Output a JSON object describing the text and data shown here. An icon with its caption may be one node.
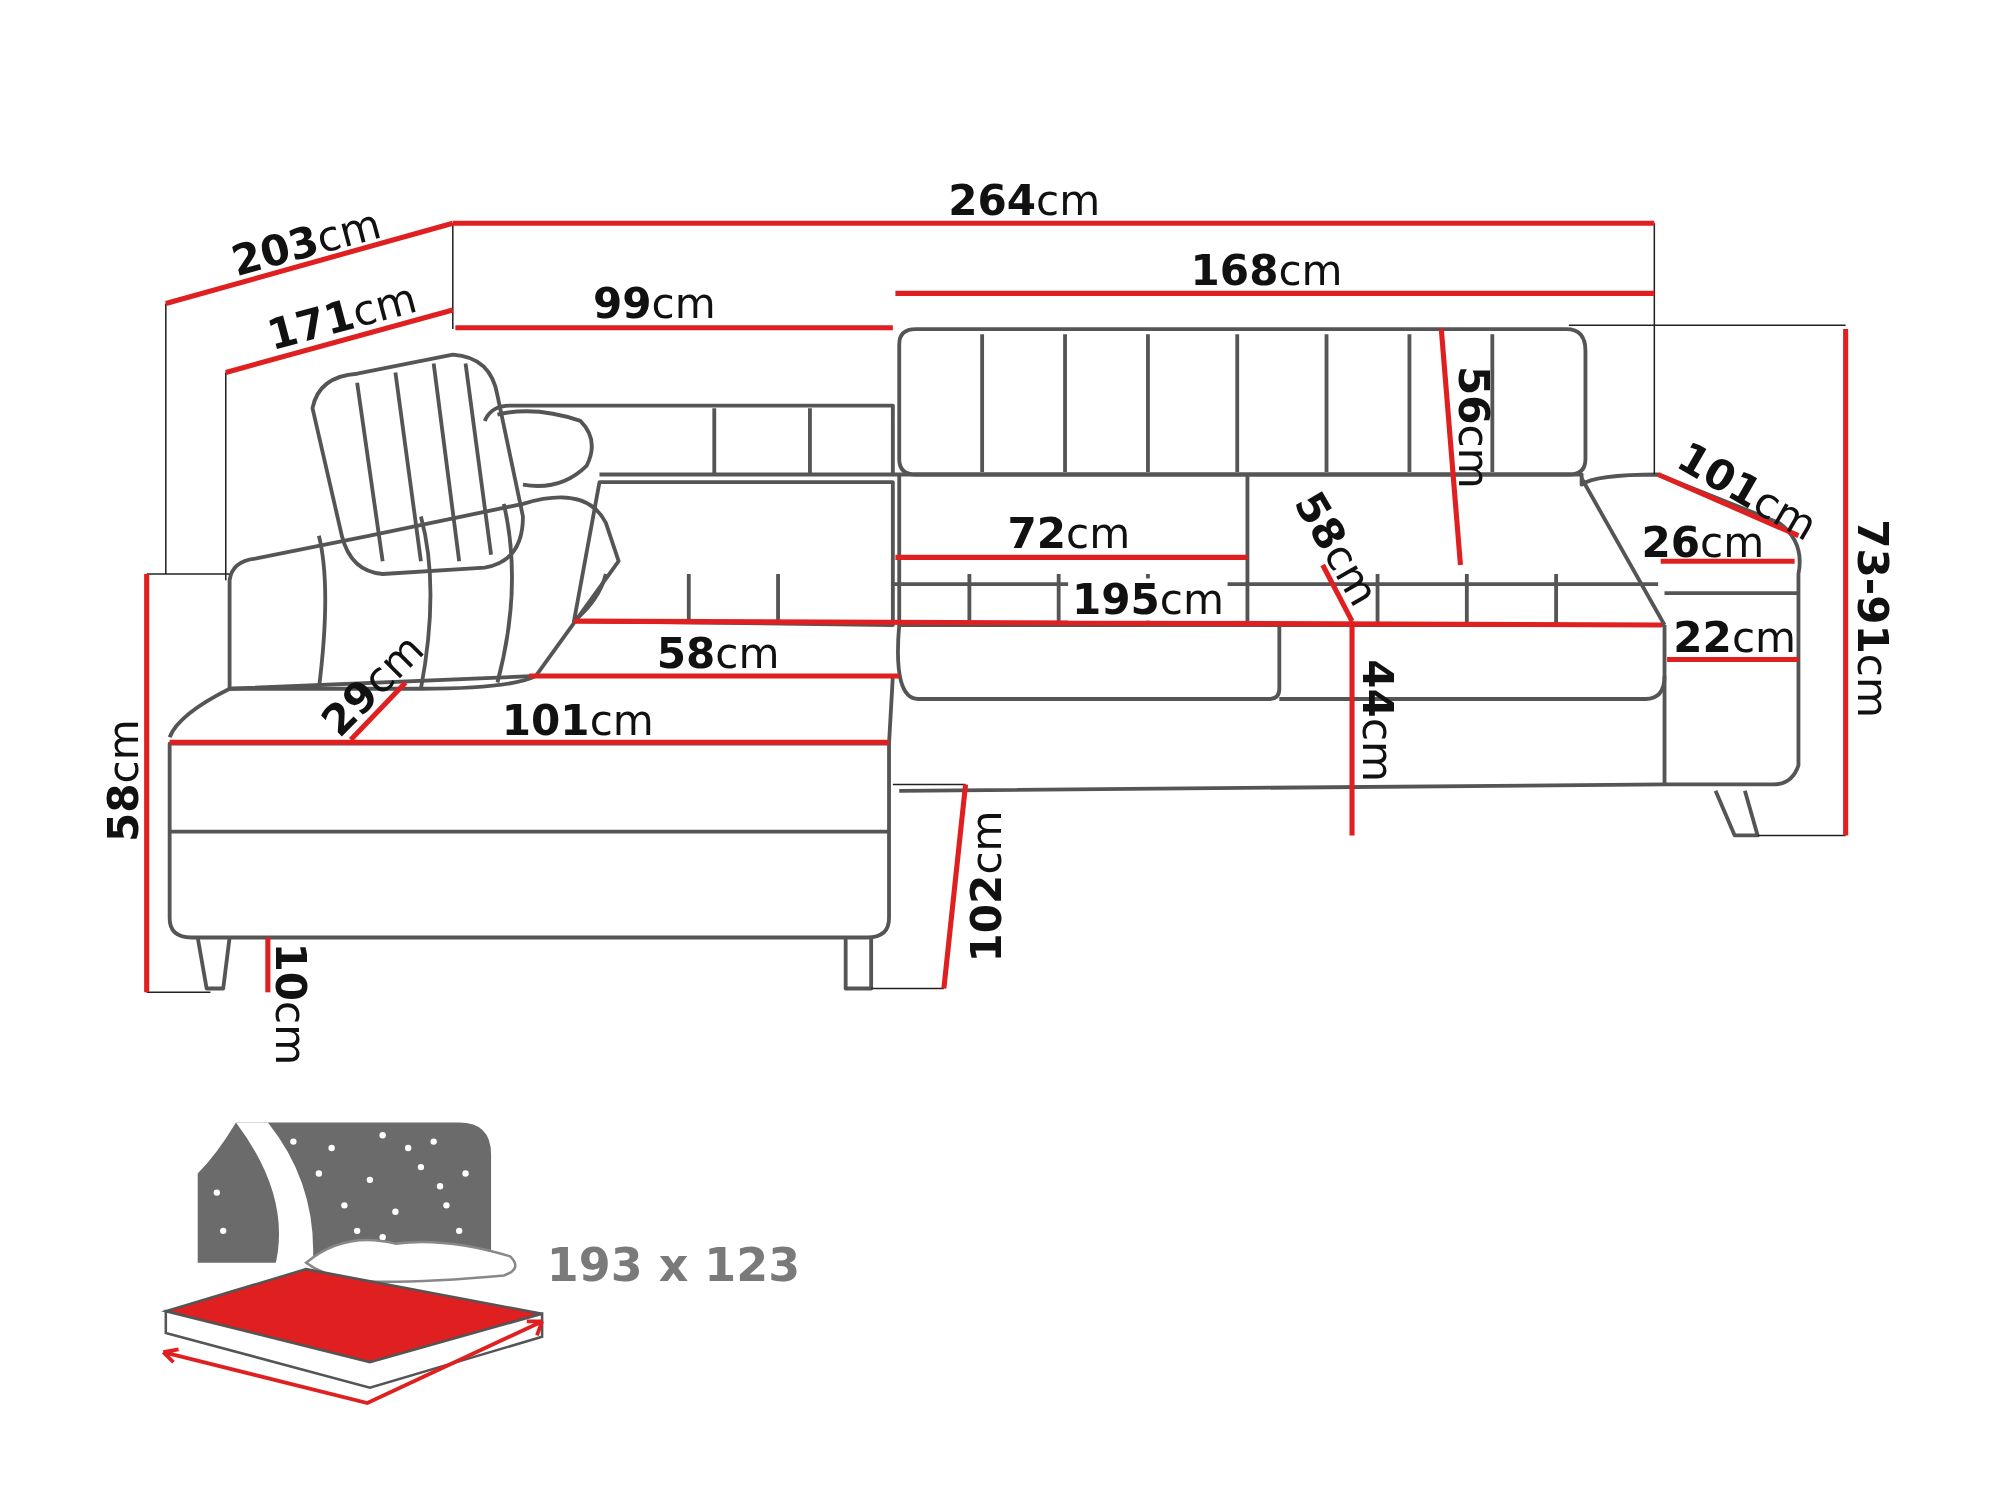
{
  "diagram": {
    "labels": [
      "**203**cm",
      "**264**cm",
      "**171**cm",
      "**99**cm",
      "**168**cm",
      "**56**cm",
      "**101**cm",
      "**73-91**cm",
      "**72**cm",
      "**58**cm",
      "**26**cm",
      "**195**cm",
      "**22**cm",
      "**58**cm",
      "**29**cm",
      "**101**cm",
      "**44**cm",
      "**58**cm",
      "**102**cm",
      "**10**cm",
      "193 x 123"
    ]
  }
}
